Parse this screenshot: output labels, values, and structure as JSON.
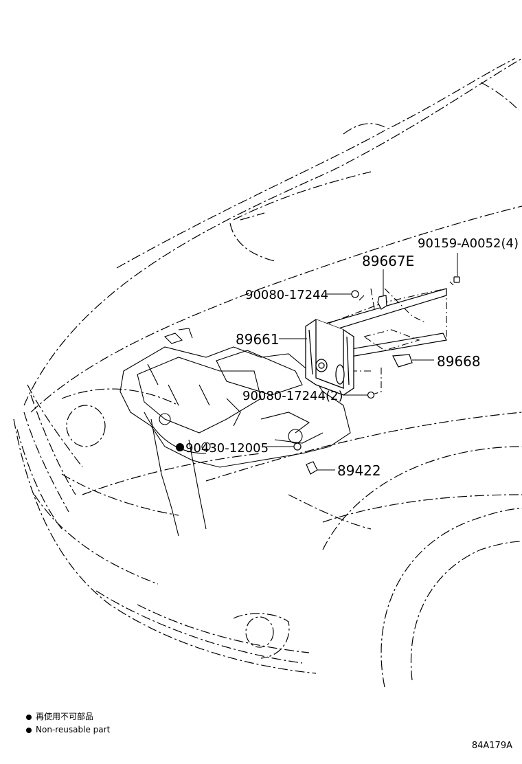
{
  "parts": {
    "p90159": "90159-A0052(4)",
    "p89667e": "89667E",
    "p90080a": "90080-17244",
    "p89661": "89661",
    "p89668": "89668",
    "p90080b": "90080-17244(2)",
    "p90430": "90430-12005",
    "p89422": "89422"
  },
  "legend": {
    "line1": "再使用不可部品",
    "line2": "Non-reusable part"
  },
  "figure_code": "84A179A"
}
